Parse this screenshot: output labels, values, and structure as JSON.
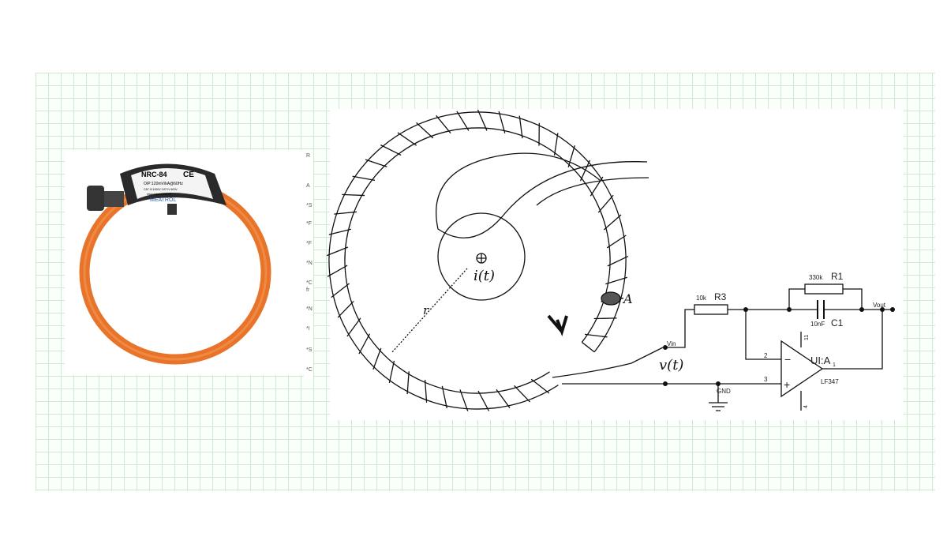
{
  "photo": {
    "model": "NRC-84",
    "mark": "CE",
    "rating": "O/P:120mV/kA@60Hz",
    "spec": "CAT III 1000V CAT IV 600V",
    "url": "www.nrgwireless.co",
    "brand": "MEATROL"
  },
  "side_text": [
    "R",
    "A",
    "*S",
    "*F",
    "*F",
    "*N",
    "*C",
    "fr",
    "*N",
    "*I",
    "*S",
    "*C"
  ],
  "diagram": {
    "current_label": "i(t)",
    "radius_label": "r",
    "area_label": "A",
    "voltage_label": "v(t)",
    "vin": "Vin",
    "vout": "Vout",
    "gnd": "GND",
    "r3_value": "10k",
    "r3_name": "R3",
    "r1_value": "330k",
    "r1_name": "R1",
    "c1_value": "10nF",
    "c1_name": "C1",
    "opamp_name": "UI:A",
    "opamp_part": "LF347",
    "pin_inv": "2",
    "pin_noninv": "3",
    "pin_out": "1",
    "pin_vplus": "11",
    "pin_vminus": "4",
    "minus": "−",
    "plus": "+"
  },
  "colors": {
    "cable": "#e8732a",
    "grid": "#cfe9cf"
  }
}
